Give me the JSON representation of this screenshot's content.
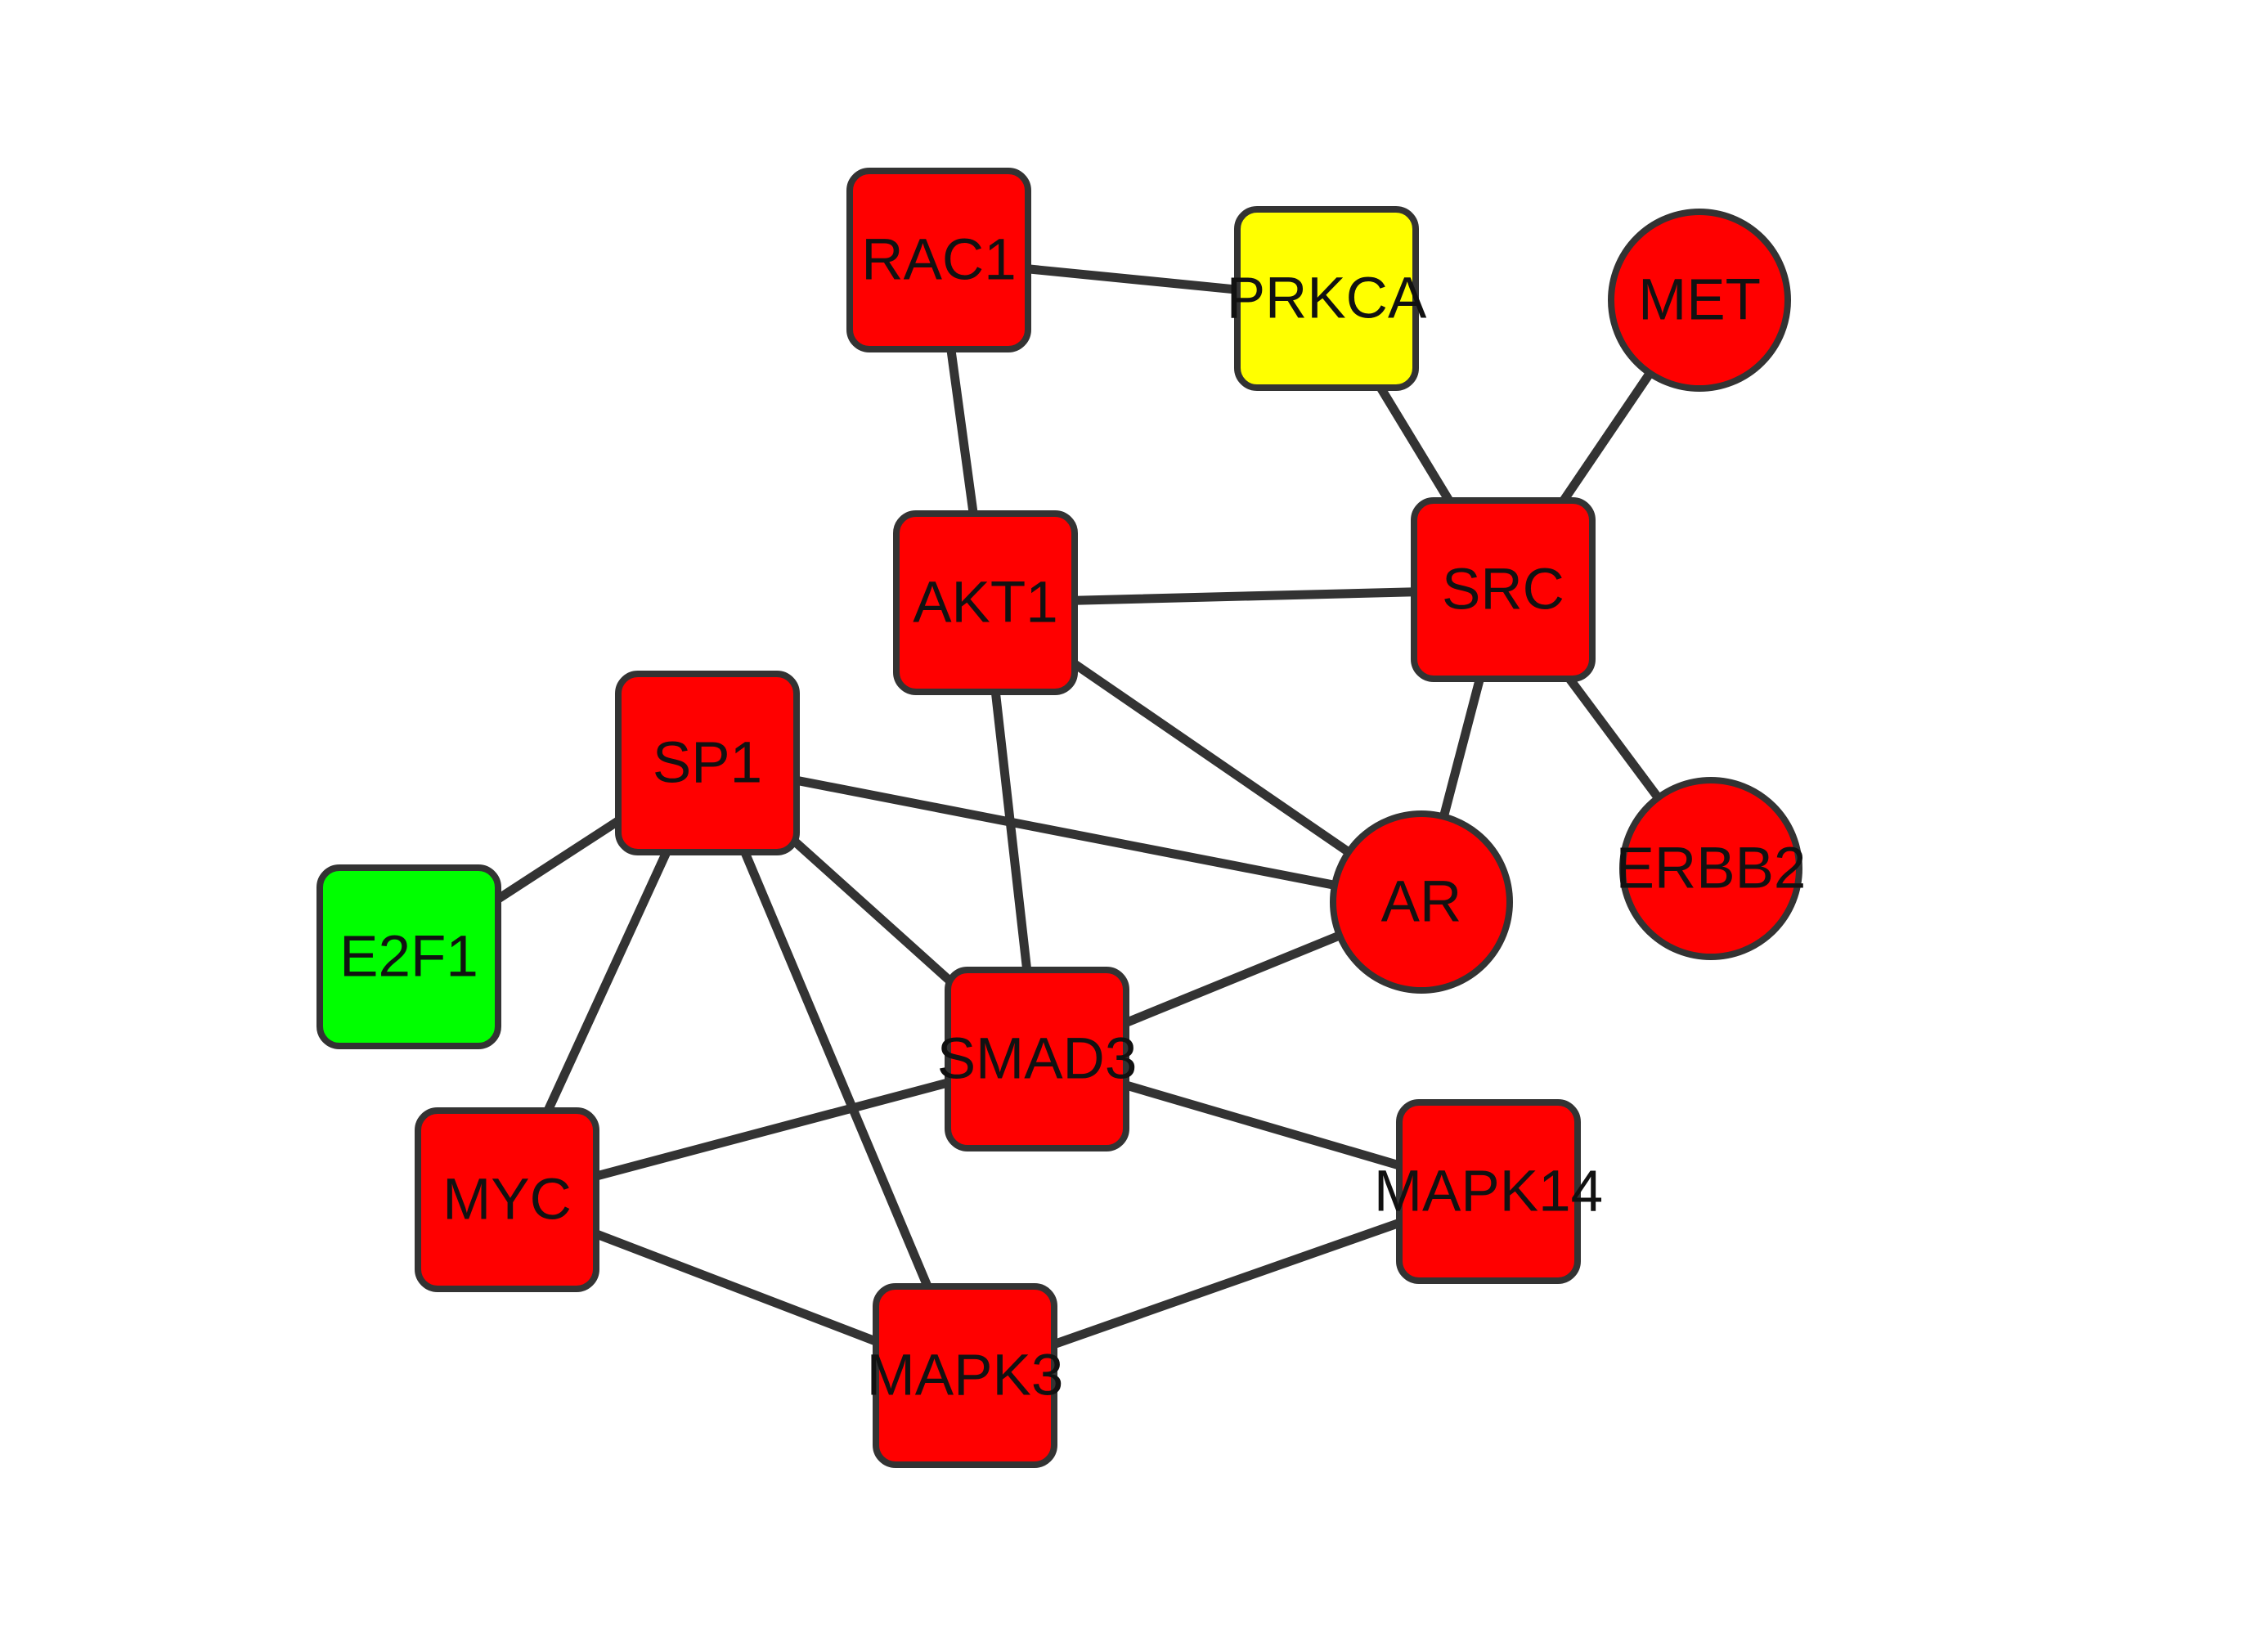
{
  "colors": {
    "red": "#ff0000",
    "yellow": "#ffff00",
    "green": "#00ff00",
    "outline": "#333333",
    "edge": "#333333",
    "text": "#111111"
  },
  "nodes": [
    {
      "id": "RAC1",
      "label": "RAC1",
      "shape": "square",
      "color": "red"
    },
    {
      "id": "PRKCA",
      "label": "PRKCA",
      "shape": "square",
      "color": "yellow"
    },
    {
      "id": "MET",
      "label": "MET",
      "shape": "circle",
      "color": "red"
    },
    {
      "id": "AKT1",
      "label": "AKT1",
      "shape": "square",
      "color": "red"
    },
    {
      "id": "SRC",
      "label": "SRC",
      "shape": "square",
      "color": "red"
    },
    {
      "id": "SP1",
      "label": "SP1",
      "shape": "square",
      "color": "red"
    },
    {
      "id": "E2F1",
      "label": "E2F1",
      "shape": "square",
      "color": "green"
    },
    {
      "id": "AR",
      "label": "AR",
      "shape": "circle",
      "color": "red"
    },
    {
      "id": "ERBB2",
      "label": "ERBB2",
      "shape": "circle",
      "color": "red"
    },
    {
      "id": "SMAD3",
      "label": "SMAD3",
      "shape": "square",
      "color": "red"
    },
    {
      "id": "MYC",
      "label": "MYC",
      "shape": "square",
      "color": "red"
    },
    {
      "id": "MAPK14",
      "label": "MAPK14",
      "shape": "square",
      "color": "red"
    },
    {
      "id": "MAPK3",
      "label": "MAPK3",
      "shape": "square",
      "color": "red"
    }
  ],
  "edges": [
    [
      "RAC1",
      "PRKCA"
    ],
    [
      "RAC1",
      "AKT1"
    ],
    [
      "PRKCA",
      "SRC"
    ],
    [
      "MET",
      "SRC"
    ],
    [
      "AKT1",
      "SRC"
    ],
    [
      "AKT1",
      "AR"
    ],
    [
      "AKT1",
      "SMAD3"
    ],
    [
      "SRC",
      "AR"
    ],
    [
      "SRC",
      "ERBB2"
    ],
    [
      "SP1",
      "E2F1"
    ],
    [
      "SP1",
      "AR"
    ],
    [
      "SP1",
      "SMAD3"
    ],
    [
      "SP1",
      "MYC"
    ],
    [
      "SP1",
      "MAPK3"
    ],
    [
      "AR",
      "SMAD3"
    ],
    [
      "SMAD3",
      "MYC"
    ],
    [
      "SMAD3",
      "MAPK14"
    ],
    [
      "MYC",
      "MAPK3"
    ],
    [
      "MAPK14",
      "MAPK3"
    ]
  ]
}
